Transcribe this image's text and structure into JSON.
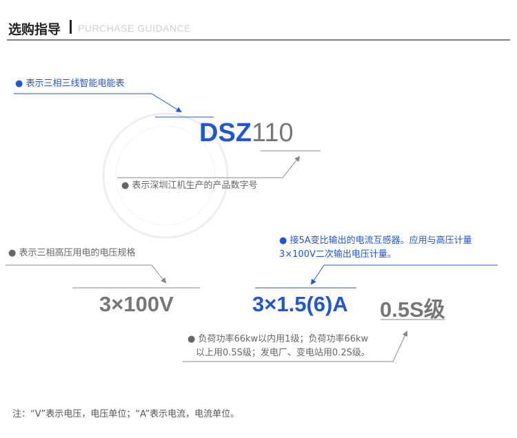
{
  "header": {
    "title": "选购指导",
    "subtitle": "PURCHASE GUIDANCE"
  },
  "model": {
    "code_prefix": "DSZ",
    "code_number": "110",
    "prefix_note": "● 表示三相三线智能电能表",
    "number_note": "● 表示深圳江机生产的产品数字号"
  },
  "spec": {
    "voltage": "3×100V",
    "voltage_note": "● 表示三相高压用电的电压规格",
    "current": "3×1.5(6)A",
    "current_note_line1": "● 接5A变比输出的电流互感器。应用与高压计量",
    "current_note_line2": "3×100V二次输出电压计量。",
    "accuracy": "0.5S级",
    "accuracy_note_line1": "● 负荷功率66kw以内用1级；负荷功率66kw",
    "accuracy_note_line2": "以上用0.5S级；发电厂、变电站用0.2S级。"
  },
  "footer": {
    "note": "注：“V”表示电压，电压单位；“A”表示电流，电流单位。"
  },
  "colors": {
    "blue": "#1f56d6",
    "gray": "#666666"
  }
}
